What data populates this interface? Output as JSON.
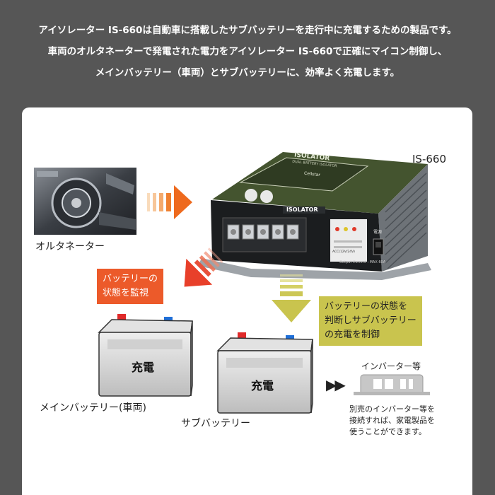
{
  "header": {
    "line1": "アイソレーター IS-660は自動車に搭載したサブバッテリーを走行中に充電するための製品です。",
    "line2": "車両のオルタネーターで発電された電力をアイソレーター IS-660で正確にマイコン制御し、",
    "line3": "メインバッテリー（車両）とサブバッテリーに、効率よく充電します。"
  },
  "device": {
    "model_label": "IS-660",
    "top_plate": "ISOLATOR",
    "top_plate_sub": "DUAL BATTERY ISOLATOR",
    "brand": "Cellstar",
    "front_label": "ISOLATOR",
    "output_text": "Output Current : MAX 60A",
    "acc_text": "ACC(12V/24V)",
    "power_label": "電源"
  },
  "alternator": {
    "label": "オルタネーター"
  },
  "callouts": {
    "monitor_line1": "バッテリーの",
    "monitor_line2": "状態を監視",
    "control_line1": "バッテリーの状態を",
    "control_line2": "判断しサブバッテリー",
    "control_line3": "の充電を制御"
  },
  "batteries": {
    "main_text": "充電",
    "main_label": "メインバッテリー(車両)",
    "sub_text": "充電",
    "sub_label": "サブバッテリー"
  },
  "inverter": {
    "title": "インバーター等",
    "note_line1": "別売のインバーター等を",
    "note_line2": "接続すれば、家電製品を",
    "note_line3": "使うことができます。"
  },
  "colors": {
    "background": "#565656",
    "panel": "#ffffff",
    "monitor_callout": "#ec5a2a",
    "control_callout": "#c9c44e",
    "device_body": "#3c4a2c"
  }
}
